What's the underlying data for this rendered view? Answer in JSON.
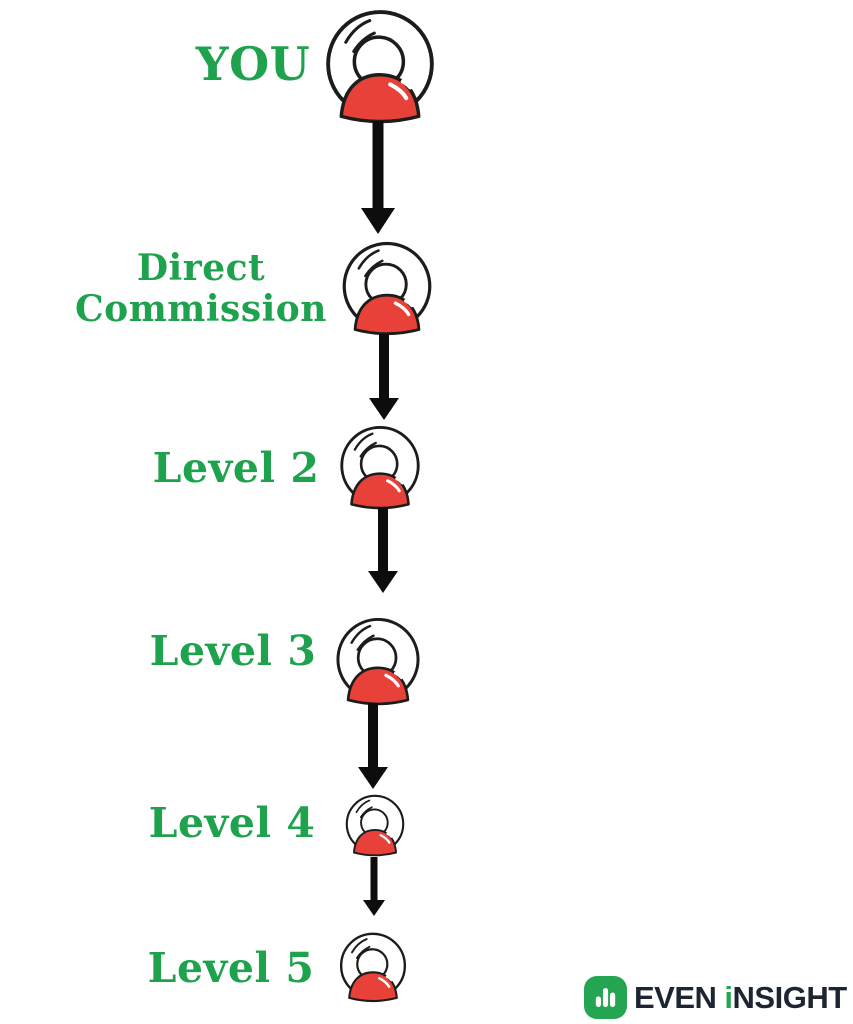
{
  "colors": {
    "label_green": "#1fa24d",
    "body_red": "#e8413a",
    "outline_black": "#1c1c1a",
    "arrow_black": "#0d0d0d",
    "logo_green": "#23a551",
    "logo_navy": "#1d2533",
    "background": "#ffffff"
  },
  "chain": {
    "description": "Vertical referral commission chain of person icons connected by downward arrows",
    "nodes": [
      {
        "id": "you",
        "label": "YOU",
        "icon": "person-icon"
      },
      {
        "id": "direct-commission",
        "label": "Direct Commission",
        "icon": "person-icon"
      },
      {
        "id": "level-2",
        "label": "Level 2",
        "icon": "person-icon"
      },
      {
        "id": "level-3",
        "label": "Level 3",
        "icon": "person-icon"
      },
      {
        "id": "level-4",
        "label": "Level 4",
        "icon": "person-icon"
      },
      {
        "id": "level-5",
        "label": "Level 5",
        "icon": "person-icon"
      }
    ],
    "connector_icon": "down-arrow-icon"
  },
  "logo": {
    "icon": "bar-chart-icon",
    "brand_first": "EVEN",
    "accent_letter": "i",
    "brand_rest": "NSIGHT"
  }
}
